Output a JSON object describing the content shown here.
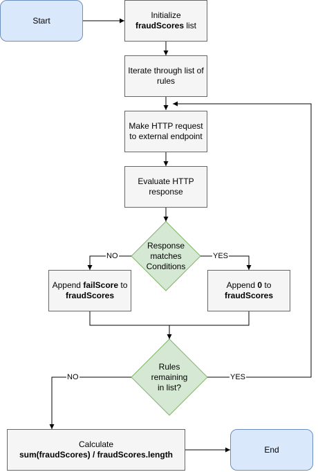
{
  "nodes": {
    "start": {
      "label": "Start"
    },
    "init": {
      "line1": "Initialize",
      "bold": "fraudScores",
      "rest": " list"
    },
    "iterate": {
      "line1": "Iterate through list of",
      "line2": "rules"
    },
    "http": {
      "line1": "Make HTTP request",
      "line2": "to external endpoint"
    },
    "evaluate": {
      "line1": "Evaluate HTTP",
      "line2": "response"
    },
    "decision1": {
      "line1": "Response",
      "line2": "matches",
      "line3": "Conditions"
    },
    "append_fail": {
      "pre": "Append ",
      "bold": "failScore",
      "post": " to",
      "bold2": "fraudScores"
    },
    "append_zero": {
      "pre": "Append ",
      "bold": "0",
      "post": " to",
      "bold2": "fraudScores"
    },
    "decision2": {
      "line1": "Rules",
      "line2": "remaining",
      "line3": "in list?"
    },
    "calculate": {
      "line1": "Calculate",
      "bold": "sum(fraudScores) / fraudScores.length"
    },
    "end": {
      "label": "End"
    }
  },
  "edge_labels": {
    "d1_no": "NO",
    "d1_yes": "YES",
    "d2_no": "NO",
    "d2_yes": "YES"
  },
  "colors": {
    "process_fill": "#f5f5f5",
    "process_stroke": "#666666",
    "terminal_fill": "#dae8fc",
    "terminal_stroke": "#6c8ebf",
    "decision_fill": "#d5e8d4",
    "decision_stroke": "#82b366"
  }
}
